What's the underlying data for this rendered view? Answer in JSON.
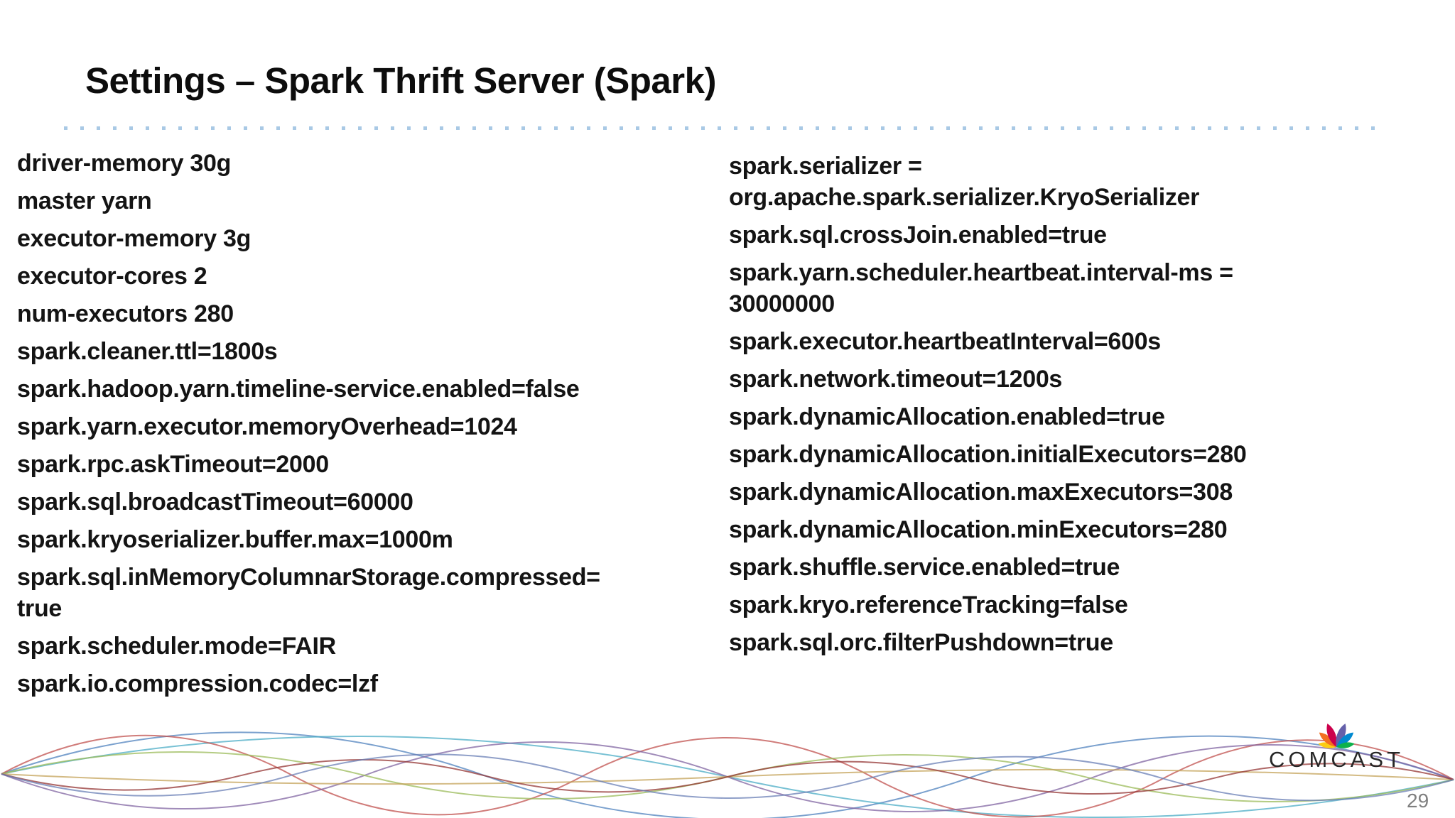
{
  "slide": {
    "title": "Settings – Spark Thrift Server (Spark)",
    "page_number": "29"
  },
  "settings": {
    "left_column": [
      {
        "lines": [
          "driver-memory 30g"
        ]
      },
      {
        "lines": [
          "master yarn"
        ]
      },
      {
        "lines": [
          "executor-memory 3g"
        ]
      },
      {
        "lines": [
          "executor-cores 2"
        ]
      },
      {
        "lines": [
          "num-executors 280"
        ]
      },
      {
        "lines": [
          "spark.cleaner.ttl=1800s"
        ]
      },
      {
        "lines": [
          "spark.hadoop.yarn.timeline-service.enabled=false"
        ]
      },
      {
        "lines": [
          "spark.yarn.executor.memoryOverhead=1024"
        ]
      },
      {
        "lines": [
          "spark.rpc.askTimeout=2000"
        ]
      },
      {
        "lines": [
          "spark.sql.broadcastTimeout=60000"
        ]
      },
      {
        "lines": [
          "spark.kryoserializer.buffer.max=1000m"
        ]
      },
      {
        "lines": [
          "spark.sql.inMemoryColumnarStorage.compressed=",
          "true"
        ]
      },
      {
        "lines": [
          "spark.scheduler.mode=FAIR"
        ]
      },
      {
        "lines": [
          "spark.io.compression.codec=lzf"
        ]
      }
    ],
    "right_column": [
      {
        "lines": [
          "spark.serializer =",
          "org.apache.spark.serializer.KryoSerializer"
        ]
      },
      {
        "lines": [
          "spark.sql.crossJoin.enabled=true"
        ]
      },
      {
        "lines": [
          "spark.yarn.scheduler.heartbeat.interval-ms =",
          "30000000"
        ]
      },
      {
        "lines": [
          "spark.executor.heartbeatInterval=600s"
        ]
      },
      {
        "lines": [
          "spark.network.timeout=1200s"
        ]
      },
      {
        "lines": [
          "spark.dynamicAllocation.enabled=true"
        ]
      },
      {
        "lines": [
          "spark.dynamicAllocation.initialExecutors=280"
        ]
      },
      {
        "lines": [
          "spark.dynamicAllocation.maxExecutors=308"
        ]
      },
      {
        "lines": [
          "spark.dynamicAllocation.minExecutors=280"
        ]
      },
      {
        "lines": [
          "spark.shuffle.service.enabled=true"
        ]
      },
      {
        "lines": [
          "spark.kryo.referenceTracking=false"
        ]
      },
      {
        "lines": [
          "spark.sql.orc.filterPushdown=true"
        ]
      }
    ]
  },
  "logo": {
    "wordmark": "COMCAST",
    "peacock_colors": {
      "yellow": "#fccc12",
      "orange": "#f37021",
      "red": "#cc004c",
      "purple": "#6460aa",
      "blue": "#0089d0",
      "green": "#0db14b"
    }
  },
  "colors": {
    "divider_dots": "#a9c9e5",
    "title_text": "#0d0d0d",
    "body_text": "#141414",
    "page_number": "#7f7f7f"
  },
  "waves": {
    "strands": [
      {
        "color": "#4f81bd",
        "halves": 3,
        "amp": 60,
        "dir": 1
      },
      {
        "color": "#4bacc6",
        "halves": 2,
        "amp": 55,
        "dir": 1
      },
      {
        "color": "#c0504d",
        "halves": 5,
        "amp": 55,
        "dir": 1
      },
      {
        "color": "#8064a2",
        "halves": 4,
        "amp": 48,
        "dir": -1
      },
      {
        "color": "#9bbb59",
        "halves": 4,
        "amp": 32,
        "dir": 1
      },
      {
        "color": "#c4a35a",
        "halves": 2,
        "amp": 12,
        "dir": -1
      },
      {
        "color": "#943634",
        "halves": 6,
        "amp": 22,
        "dir": -1
      },
      {
        "color": "#6a7fb5",
        "halves": 5,
        "amp": 30,
        "dir": -1
      }
    ]
  }
}
